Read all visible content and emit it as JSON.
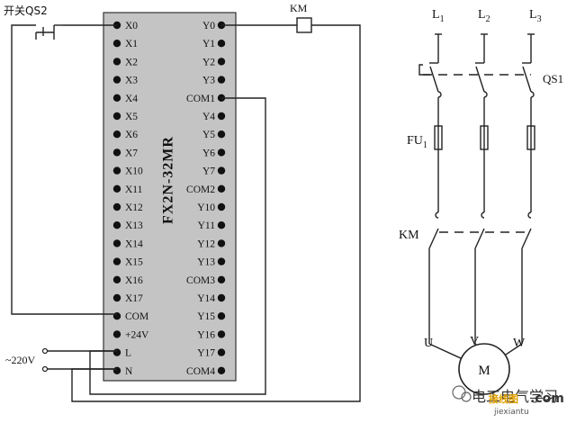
{
  "plc": {
    "model": "FX2N-32MR",
    "inputs": [
      "X0",
      "X1",
      "X2",
      "X3",
      "X4",
      "X5",
      "X6",
      "X7",
      "X10",
      "X11",
      "X12",
      "X13",
      "X14",
      "X15",
      "X16",
      "X17",
      "COM",
      "+24V",
      "L",
      "N"
    ],
    "outputs": [
      "Y0",
      "Y1",
      "Y2",
      "Y3",
      "COM1",
      "Y4",
      "Y5",
      "Y6",
      "Y7",
      "COM2",
      "Y10",
      "Y11",
      "Y12",
      "Y13",
      "COM3",
      "Y14",
      "Y15",
      "Y16",
      "Y17",
      "COM4"
    ]
  },
  "switch_label": "开关QS2",
  "coil_label": "KM",
  "supply_label": "~220V",
  "power": {
    "phases": [
      "L1",
      "L2",
      "L3"
    ],
    "phase_base": "L",
    "phase_subs": [
      "1",
      "2",
      "3"
    ],
    "isolator": "QS1",
    "fuse_base": "FU",
    "fuse_sub": "1",
    "contactor": "KM",
    "terminals": [
      "U",
      "V",
      "W"
    ],
    "motor": "M"
  },
  "watermark": {
    "text": "电工电气学习",
    "brand": "接线图",
    "domain": ".com",
    "url": "jiexiantu"
  }
}
